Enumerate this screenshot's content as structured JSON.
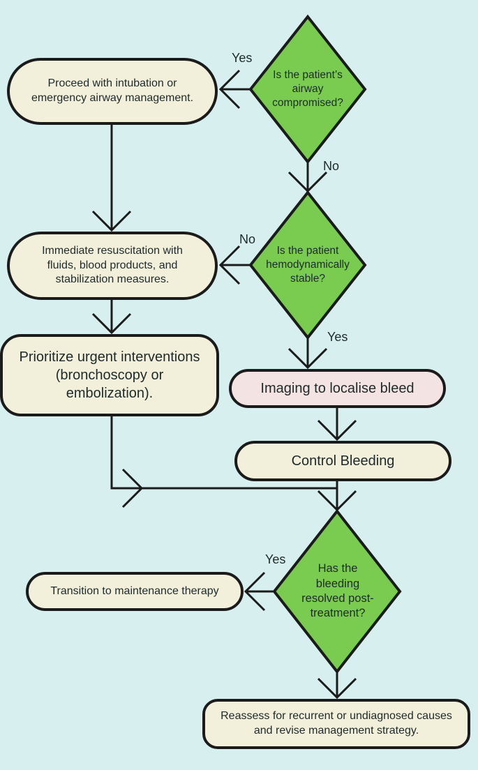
{
  "nodes": {
    "intubation": "Proceed with intubation or emergency airway management.",
    "resuscitation": "Immediate resuscitation with fluids, blood products, and stabilization measures.",
    "urgent": "Prioritize urgent interventions (bronchoscopy or embolization).",
    "imaging": "Imaging to localise bleed",
    "control": "Control Bleeding",
    "maintenance": "Transition to maintenance therapy",
    "reassess": "Reassess for recurrent or undiagnosed causes and revise management strategy."
  },
  "decisions": {
    "airway": "Is the patient’s airway compromised?",
    "stable": "Is the patient hemodynamically stable?",
    "resolved": "Has the bleeding resolved post-treatment?"
  },
  "labels": {
    "airway_yes": "Yes",
    "airway_no": "No",
    "stable_no": "No",
    "stable_yes": "Yes",
    "resolved_yes": "Yes"
  },
  "colors": {
    "background": "#d8eff0",
    "decision_fill": "#79cc50",
    "box_fill": "#f2efdb",
    "imaging_fill": "#f4e3e3",
    "stroke": "#1b1b1b"
  }
}
